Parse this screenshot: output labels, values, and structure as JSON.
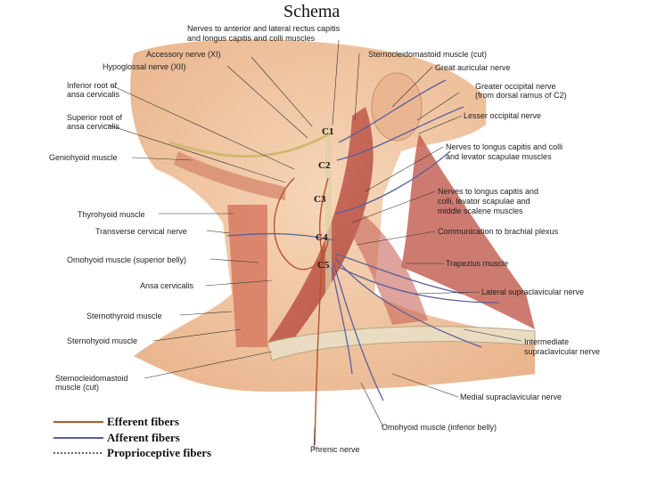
{
  "title": "Schema",
  "labels": {
    "nerves_rectus": "Nerves to anterior and lateral rectus capitis",
    "nerves_rectus_2": "and longus capitis and colli muscles",
    "accessory": "Accessory nerve (XI)",
    "hypoglossal": "Hypoglossal nerve (XII)",
    "inferior_root": "Inferior root of",
    "inferior_root_2": "ansa cervicalis",
    "superior_root": "Superior root of",
    "superior_root_2": "ansa cervicalis",
    "geniohyoid": "Geniohyoid muscle",
    "thyrohyoid": "Thyrohyoid muscle",
    "transverse": "Transverse cervical nerve",
    "omohyoid_sup": "Omohyoid muscle (superior belly)",
    "ansa": "Ansa cervicalis",
    "sternothyroid": "Sternothyroid muscle",
    "sternohyoid": "Sternohyoid muscle",
    "scm_cut_l": "Sternocleidomastoid",
    "scm_cut_l2": "muscle (cut)",
    "scm_cut_r": "Sternocleidomastoid muscle (cut)",
    "great_auricular": "Great auricular nerve",
    "greater_occipital": "Greater occipital nerve",
    "greater_occipital_2": "(from dorsal ramus of C2)",
    "lesser_occipital": "Lesser occipital nerve",
    "nerves_longus_a": "Nerves to longus capitis and colli",
    "nerves_longus_a2": "and levator scapulae muscles",
    "nerves_longus_b": "Nerves to longus capitis and",
    "nerves_longus_b2": "colli, levator scapulae and",
    "nerves_longus_b3": "middle scalene muscles",
    "communication": "Communication to brachial plexus",
    "trapezius": "Trapezius muscle",
    "lateral_supra": "Lateral supraclavicular nerve",
    "intermediate_supra": "Intermediate",
    "intermediate_supra_2": "supraclavicular nerve",
    "medial_supra": "Medial supraclavicular nerve",
    "omohyoid_inf": "Omohyoid muscle (inferior belly)",
    "phrenic": "Phrenic nerve"
  },
  "cervical_levels": [
    "C1",
    "C2",
    "C3",
    "C4",
    "C5"
  ],
  "legend": {
    "efferent": "Efferent fibers",
    "afferent": "Afferent fibers",
    "proprioceptive": "Proprioceptive fibers"
  },
  "colors": {
    "skin": "#f3c9a6",
    "muscle": "#c8584a",
    "efferent": "#b5532d",
    "afferent": "#5a5f9c",
    "nerve": "#e7d9b0"
  }
}
